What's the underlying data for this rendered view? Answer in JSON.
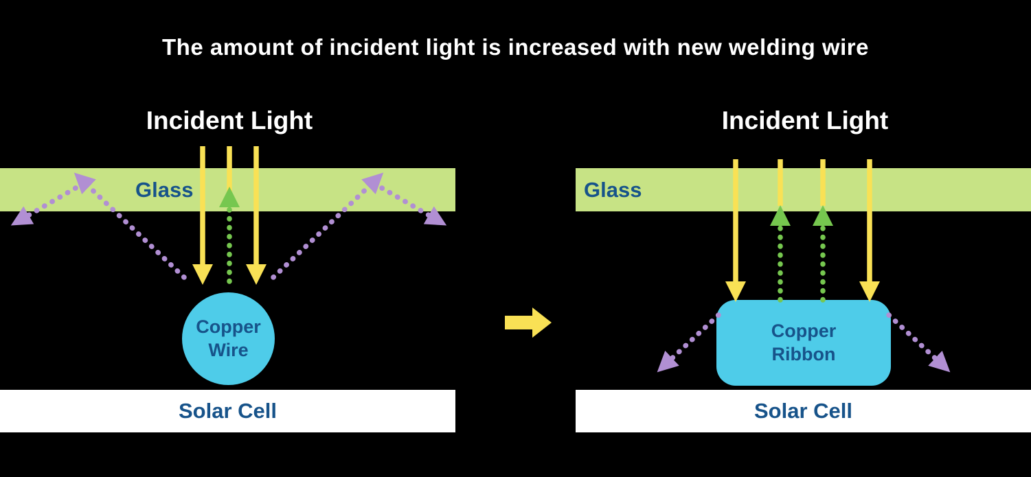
{
  "title": "The amount of incident light is increased with new welding wire",
  "colors": {
    "background": "#000000",
    "title_text": "#ffffff",
    "incident_light_text": "#ffffff",
    "glass_fill": "#c7e385",
    "copper_fill": "#4ecce9",
    "solar_cell_fill": "#ffffff",
    "label_navy": "#17538a",
    "yellow_incident_arrow": "#f9e155",
    "green_reflected_arrow": "#76c74f",
    "purple_scattered_arrow": "#b18fd3",
    "transition_arrow": "#f9e155"
  },
  "left_panel": {
    "incident_light_label": "Incident Light",
    "glass_label": "Glass",
    "copper_label_line1": "Copper",
    "copper_label_line2": "Wire",
    "solar_cell_label": "Solar Cell"
  },
  "right_panel": {
    "incident_light_label": "Incident Light",
    "glass_label": "Glass",
    "copper_label_line1": "Copper",
    "copper_label_line2": "Ribbon",
    "solar_cell_label": "Solar Cell"
  },
  "icons": {
    "transition_arrow": "right-arrow",
    "incident_rays": "down-arrow",
    "reflected_rays": "up-arrow-dotted",
    "scattered_rays": "diagonal-arrow-dotted"
  }
}
